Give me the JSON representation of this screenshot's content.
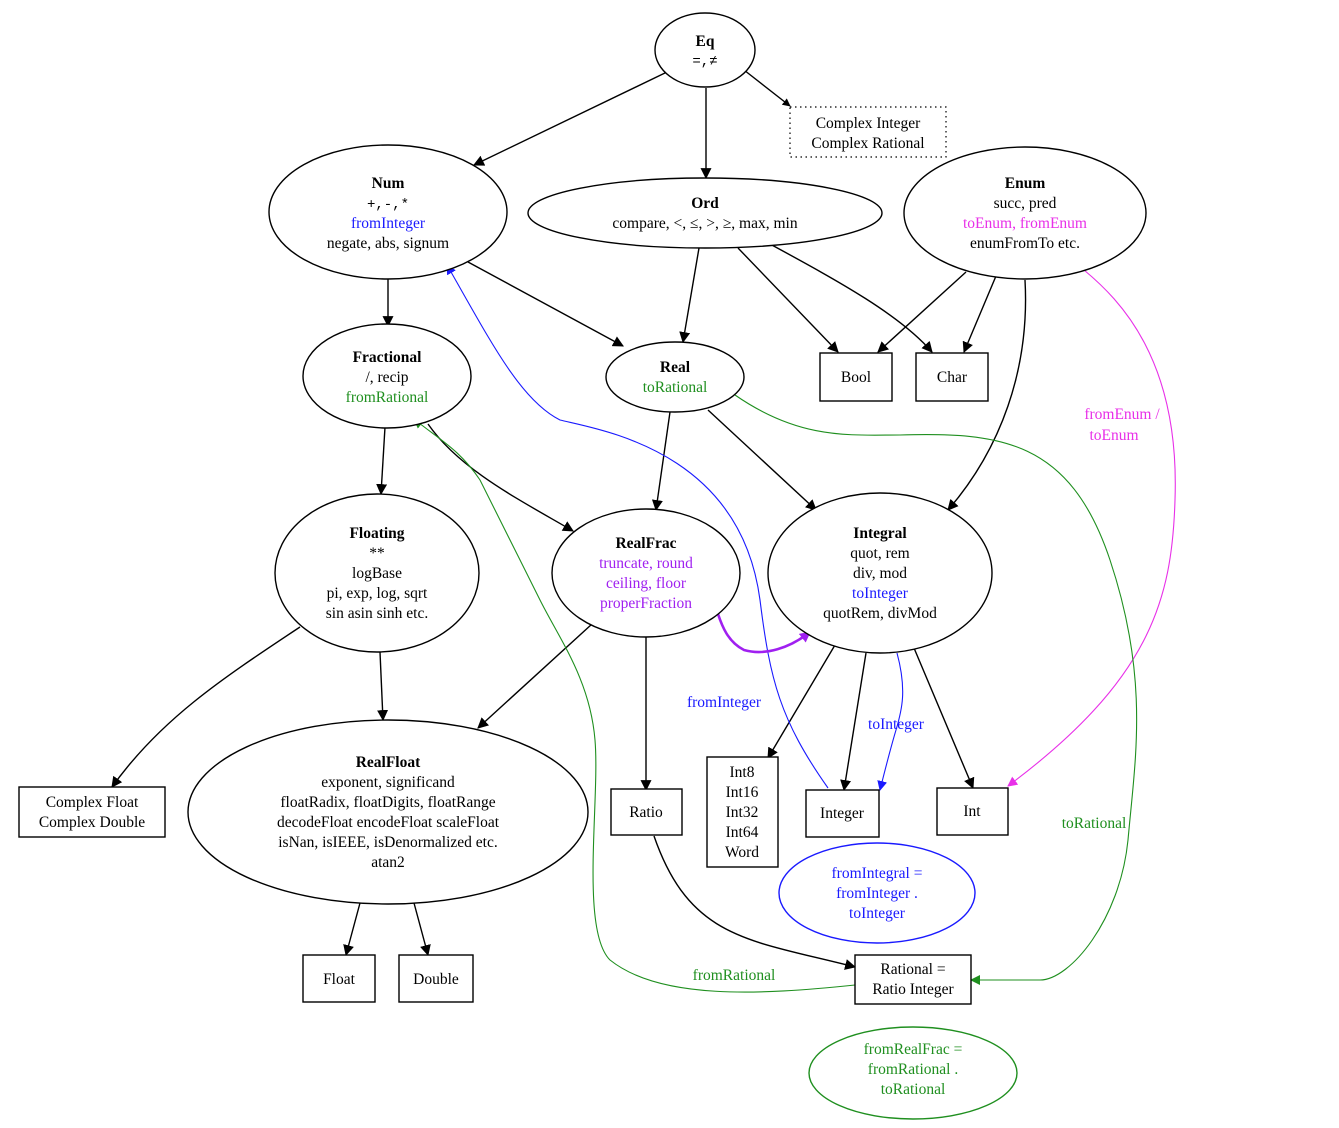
{
  "colors": {
    "black": "#000000",
    "blue": "#1a1aff",
    "magenta": "#e830e8",
    "green": "#1f8f1f",
    "purple": "#a020f0"
  },
  "nodes": {
    "eq": {
      "title": "Eq",
      "ops": "=,≠"
    },
    "num": {
      "title": "Num",
      "l1": "+,-,*",
      "l2": "fromInteger",
      "l3": "negate, abs, signum"
    },
    "ord": {
      "title": "Ord",
      "l1": "compare, <, ≤, >, ≥, max, min"
    },
    "enum": {
      "title": "Enum",
      "l1": "succ, pred",
      "l2": "toEnum, fromEnum",
      "l3": "enumFromTo etc."
    },
    "fractional": {
      "title": "Fractional",
      "l1": "/, recip",
      "l2": "fromRational"
    },
    "real": {
      "title": "Real",
      "l1": "toRational"
    },
    "floating": {
      "title": "Floating",
      "l1": "**",
      "l2": "logBase",
      "l3": "pi, exp, log, sqrt",
      "l4": "sin asin sinh etc."
    },
    "realfrac": {
      "title": "RealFrac",
      "l1": "truncate, round",
      "l2": "ceiling, floor",
      "l3": "properFraction"
    },
    "integral": {
      "title": "Integral",
      "l1": "quot, rem",
      "l2": "div, mod",
      "l3": "toInteger",
      "l4": "quotRem, divMod"
    },
    "realfloat": {
      "title": "RealFloat",
      "l1": "exponent, significand",
      "l2": "floatRadix, floatDigits, floatRange",
      "l3": "decodeFloat encodeFloat scaleFloat",
      "l4": "isNan, isIEEE, isDenormalized etc.",
      "l5": "atan2"
    },
    "complex_eq": {
      "l1": "Complex Integer",
      "l2": "Complex Rational"
    },
    "bool": "Bool",
    "char": "Char",
    "complex_float": {
      "l1": "Complex Float",
      "l2": "Complex Double"
    },
    "float": "Float",
    "double": "Double",
    "ratio": "Ratio",
    "ints": [
      "Int8",
      "Int16",
      "Int32",
      "Int64",
      "Word"
    ],
    "integer": "Integer",
    "int": "Int",
    "rational": {
      "l1": "Rational =",
      "l2": "Ratio Integer"
    },
    "note_fromintegral": {
      "l1": "fromIntegral =",
      "l2": "fromInteger .",
      "l3": "toInteger"
    },
    "note_fromrealfrac": {
      "l1": "fromRealFrac =",
      "l2": "fromRational .",
      "l3": "toRational"
    }
  },
  "edge_labels": {
    "fromenum_toenum_1": "fromEnum /",
    "fromenum_toenum_2": "toEnum",
    "frominteger": "fromInteger",
    "tointeger": "toInteger",
    "torational": "toRational",
    "fromrational": "fromRational"
  }
}
